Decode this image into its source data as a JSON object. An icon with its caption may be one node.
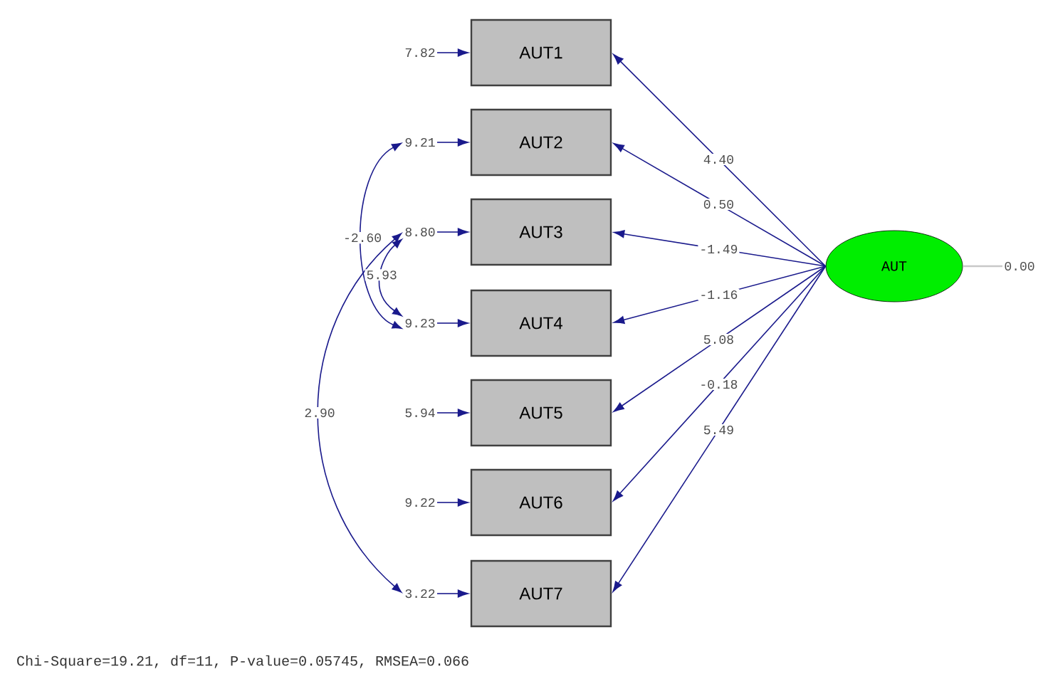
{
  "diagram": {
    "caption": "Chi-Square=19.21, df=11, P-value=0.05745, RMSEA=0.066",
    "nodes": [
      {
        "text": [
          "7.82"
        ]
      },
      {
        "text": [
          "9.21"
        ]
      },
      {
        "text": [
          "8.80"
        ]
      },
      {
        "text": [
          "9.23"
        ]
      },
      {
        "text": [
          "5.94"
        ]
      },
      {
        "text": [
          "9.22"
        ]
      },
      {
        "text": [
          "3.22"
        ]
      },
      {
        "text": [
          "AUT1"
        ]
      },
      {
        "text": [
          "AUT2"
        ]
      },
      {
        "text": [
          "AUT3"
        ]
      },
      {
        "text": [
          "AUT4"
        ]
      },
      {
        "text": [
          "AUT5"
        ]
      },
      {
        "text": [
          "AUT6"
        ]
      },
      {
        "text": [
          "AUT7"
        ]
      },
      {
        "text": [
          "AUT"
        ]
      },
      {
        "text": [
          "0.00"
        ]
      }
    ],
    "edges": [
      {
        "from": 0,
        "to": 7,
        "arrow": "to"
      },
      {
        "from": 1,
        "to": 8,
        "arrow": "to"
      },
      {
        "from": 2,
        "to": 9,
        "arrow": "to"
      },
      {
        "from": 3,
        "to": 10,
        "arrow": "to"
      },
      {
        "from": 4,
        "to": 11,
        "arrow": "to"
      },
      {
        "from": 5,
        "to": 12,
        "arrow": "to"
      },
      {
        "from": 6,
        "to": 13,
        "arrow": "to"
      },
      {
        "from": 14,
        "to": 7,
        "arrow": "to",
        "label": "4.40"
      },
      {
        "from": 14,
        "to": 8,
        "arrow": "to",
        "label": "0.50"
      },
      {
        "from": 14,
        "to": 9,
        "arrow": "to",
        "label": "-1.49"
      },
      {
        "from": 14,
        "to": 10,
        "arrow": "to",
        "label": "-1.16"
      },
      {
        "from": 14,
        "to": 11,
        "arrow": "to",
        "label": "5.08"
      },
      {
        "from": 14,
        "to": 12,
        "arrow": "to",
        "label": "-0.18"
      },
      {
        "from": 14,
        "to": 13,
        "arrow": "to",
        "label": "5.49"
      },
      {
        "from": 1,
        "to": 3,
        "arrow": "both",
        "label": "-2.60"
      },
      {
        "from": 2,
        "to": 3,
        "arrow": "both",
        "label": "5.93"
      },
      {
        "from": 2,
        "to": 6,
        "arrow": "both",
        "label": "2.90"
      },
      {
        "from": 15,
        "to": 14,
        "arrow": "none",
        "color": "#c8c8c8"
      }
    ]
  }
}
